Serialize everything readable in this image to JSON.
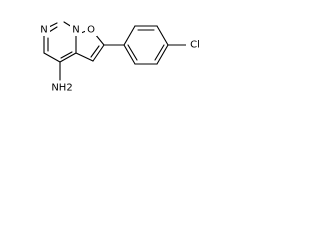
{
  "atoms": {
    "n1": "N",
    "n3": "N",
    "o": "O",
    "cl": "Cl",
    "nh2": "NH2"
  }
}
